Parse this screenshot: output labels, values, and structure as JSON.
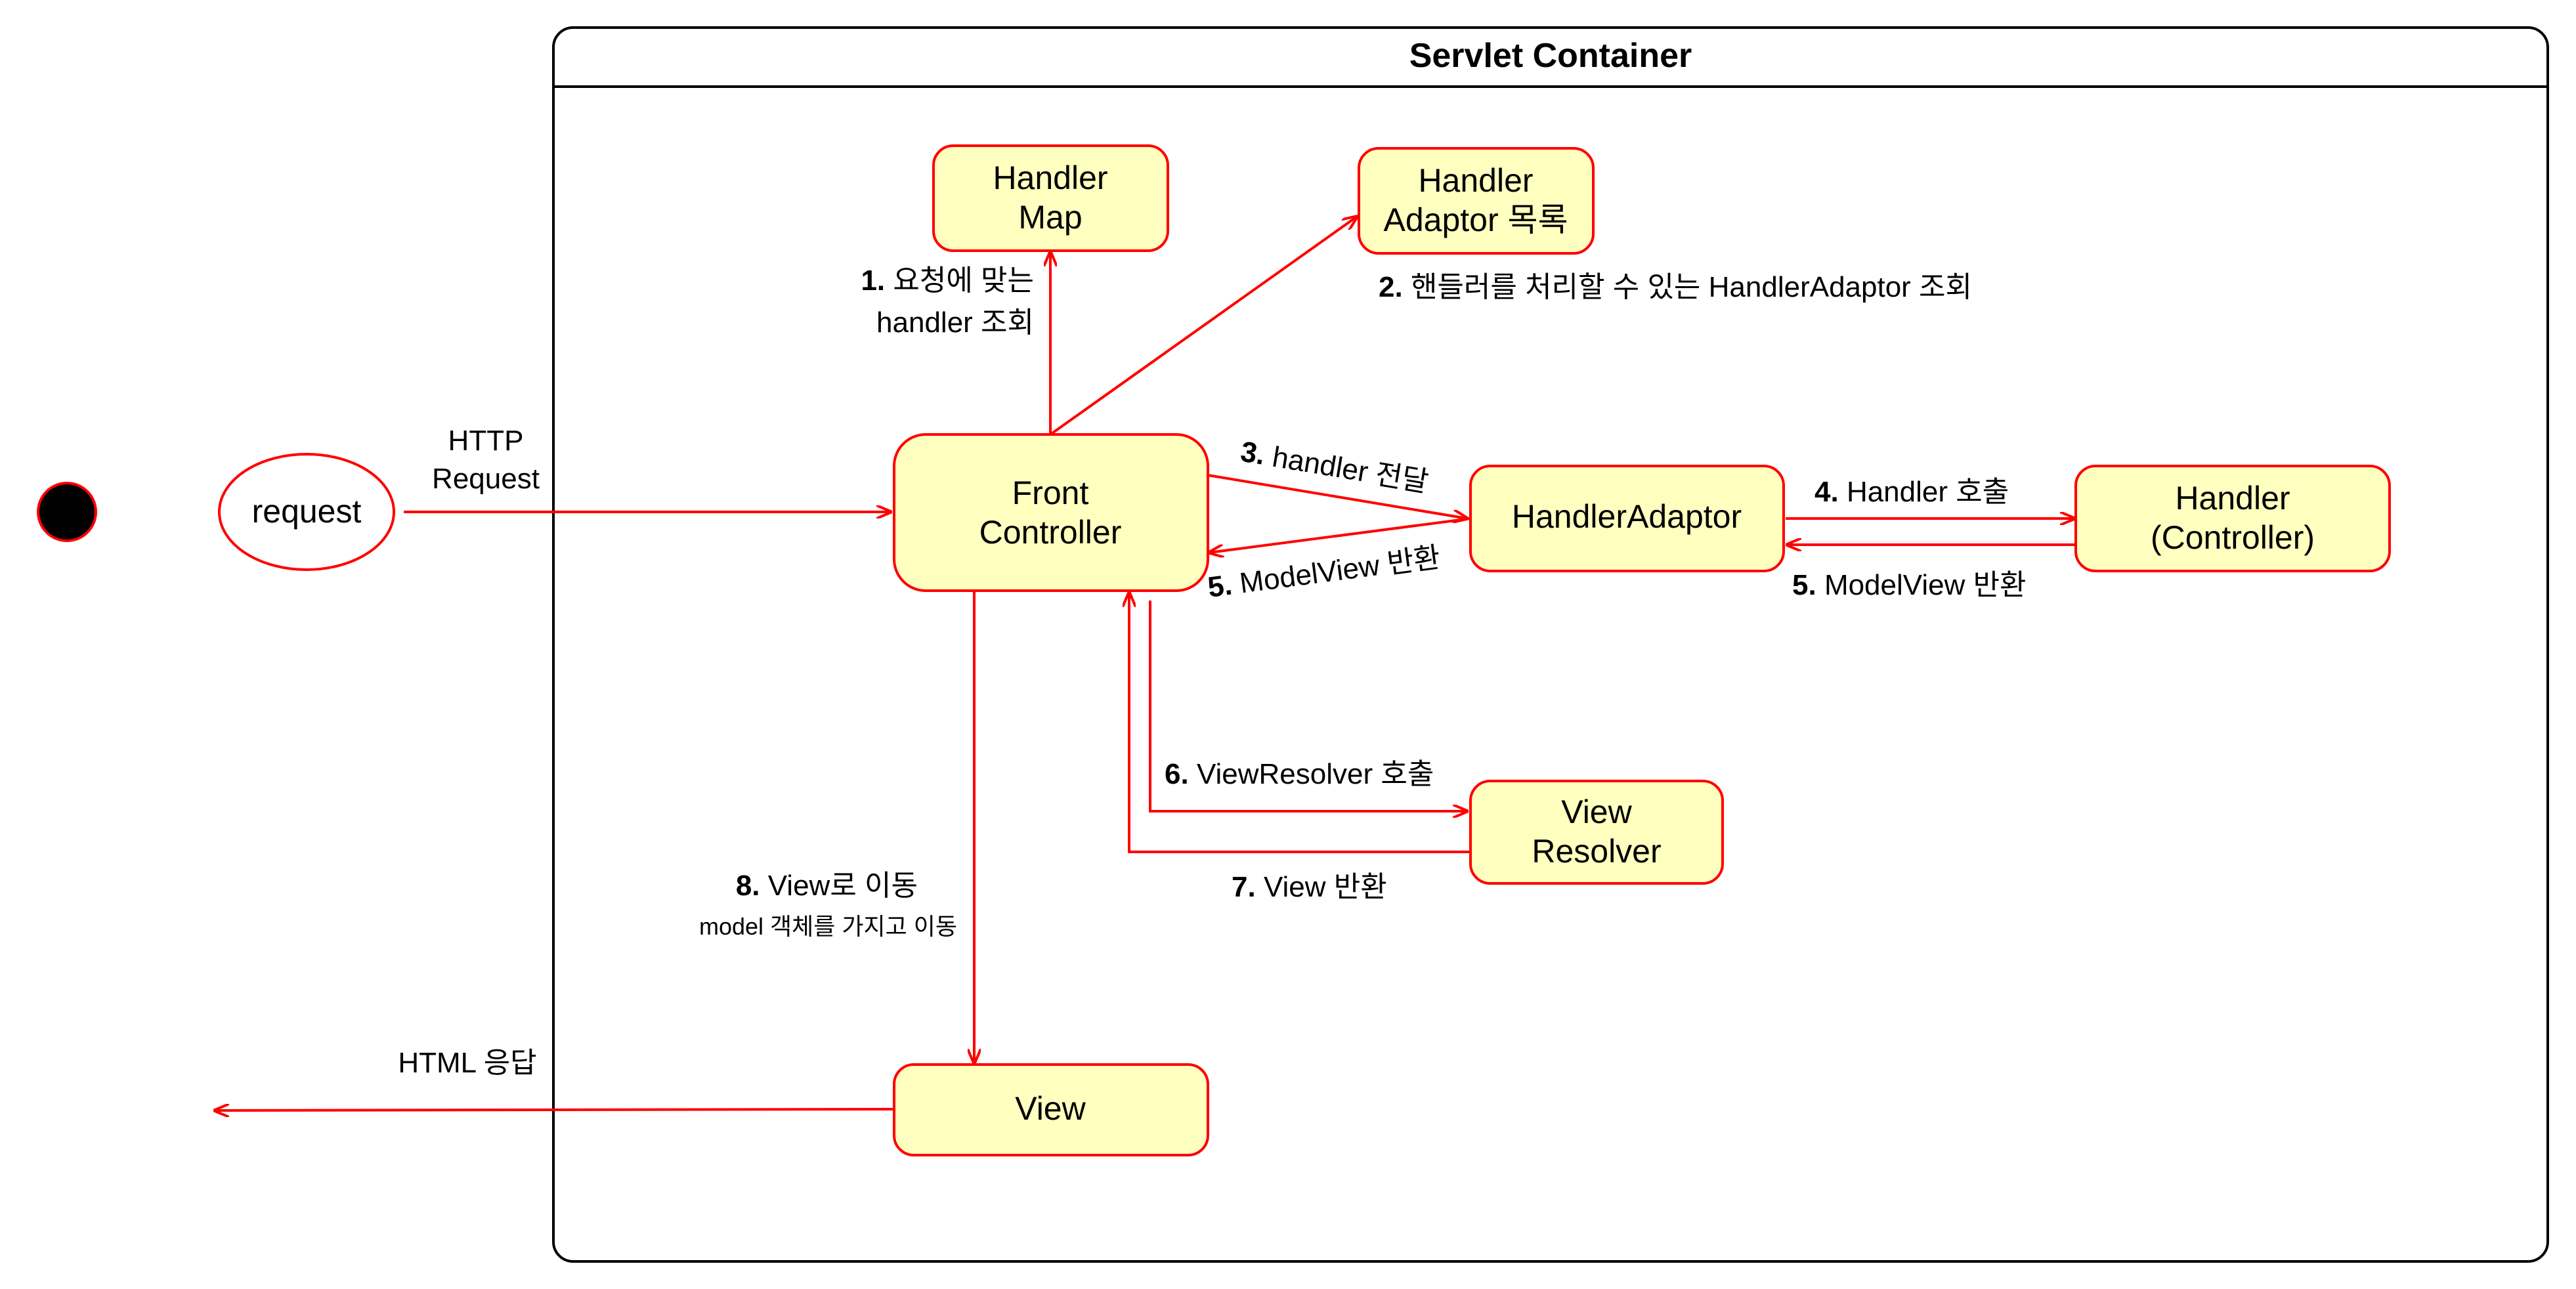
{
  "colors": {
    "node_fill": "#ffffc0",
    "node_stroke": "#ff0000",
    "arrow": "#ff0000",
    "container_stroke": "#000000",
    "initial_dot": "#000000"
  },
  "container": {
    "title": "Servlet Container"
  },
  "nodes": {
    "request": {
      "label": "request"
    },
    "front_controller": {
      "line1": "Front",
      "line2": "Controller"
    },
    "handler_map": {
      "line1": "Handler",
      "line2": "Map"
    },
    "handler_adaptor_list": {
      "line1": "Handler",
      "line2": "Adaptor 목록"
    },
    "handler_adaptor": {
      "label": "HandlerAdaptor"
    },
    "handler": {
      "line1": "Handler",
      "line2": "(Controller)"
    },
    "view_resolver": {
      "line1": "View",
      "line2": "Resolver"
    },
    "view": {
      "label": "View"
    }
  },
  "edges": {
    "http_request": {
      "line1": "HTTP",
      "line2": "Request"
    },
    "step1": {
      "num": "1.",
      "line1": "요청에 맞는",
      "line2": "handler 조회"
    },
    "step2": {
      "num": "2.",
      "text": "핸들러를 처리할 수 있는 HandlerAdaptor 조회"
    },
    "step3": {
      "num": "3.",
      "text": "handler 전달"
    },
    "step4": {
      "num": "4.",
      "text": "Handler 호출"
    },
    "step5a": {
      "num": "5.",
      "text": "ModelView 반환"
    },
    "step5b": {
      "num": "5.",
      "text": "ModelView 반환"
    },
    "step6": {
      "num": "6.",
      "text": "ViewResolver 호출"
    },
    "step7": {
      "num": "7.",
      "text": "View 반환"
    },
    "step8": {
      "num": "8.",
      "text": "View로 이동",
      "sub": "model 객체를 가지고 이동"
    },
    "html_response": {
      "text": "HTML 응답"
    }
  }
}
